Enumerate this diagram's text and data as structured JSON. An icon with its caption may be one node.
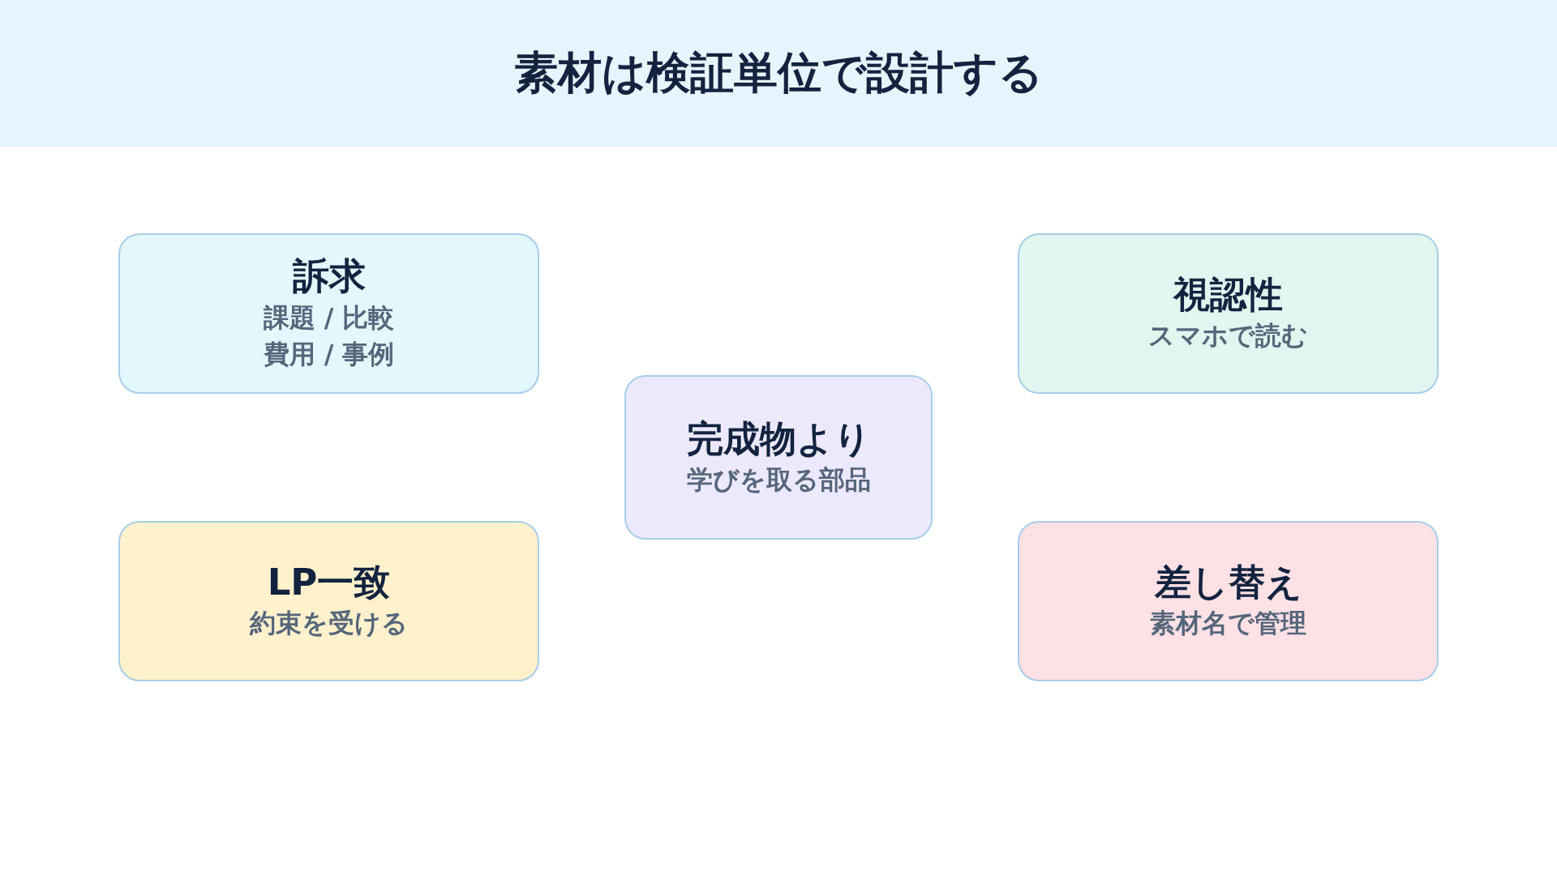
{
  "diagram": {
    "title": "素材は検証単位で設計する",
    "nodes": [
      {
        "text": [
          "訴求",
          "課題 / 比較",
          "費用 / 事例"
        ]
      },
      {
        "text": [
          "視認性",
          "スマホで読む"
        ]
      },
      {
        "text": [
          "完成物より",
          "学びを取る部品"
        ]
      },
      {
        "text": [
          "LP一致",
          "約束を受ける"
        ]
      },
      {
        "text": [
          "差し替え",
          "素材名で管理"
        ]
      }
    ]
  }
}
